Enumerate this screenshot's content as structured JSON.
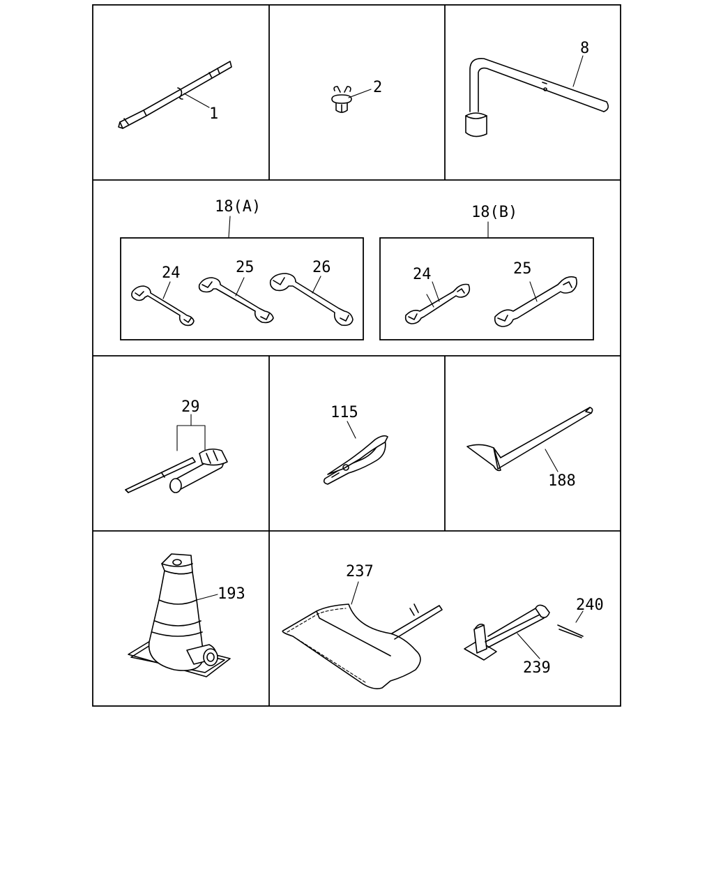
{
  "callouts": {
    "c1": "1",
    "c2": "2",
    "c8": "8",
    "c18a": "18(A)",
    "c18b": "18(B)",
    "c24a": "24",
    "c25a": "25",
    "c26": "26",
    "c24b": "24",
    "c25b": "25",
    "c29": "29",
    "c115": "115",
    "c188": "188",
    "c193": "193",
    "c237": "237",
    "c239": "239",
    "c240": "240"
  }
}
